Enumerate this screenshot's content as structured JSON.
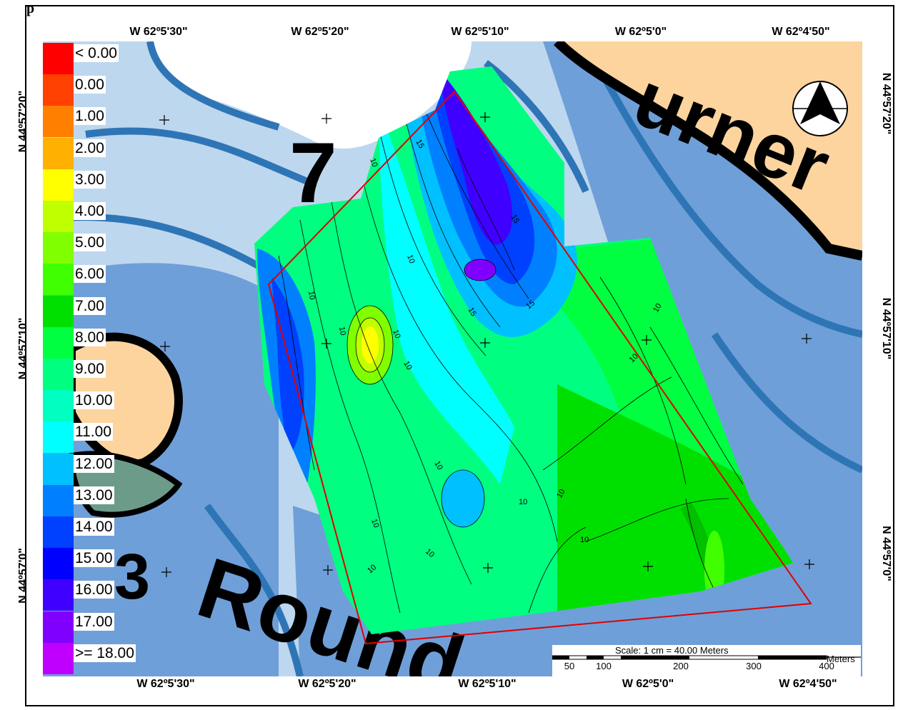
{
  "header": {
    "partial_text": "p"
  },
  "coords": {
    "top": [
      "W 62º5'30\"",
      "W 62º5'20\"",
      "W 62º5'10\"",
      "W 62º5'0\"",
      "W 62º4'50\""
    ],
    "bottom": [
      "W 62º5'30\"",
      "W 62º5'20\"",
      "W 62º5'10\"",
      "W 62º5'0\"",
      "W 62º4'50\""
    ],
    "left": [
      "N 44º57'20\"",
      "N 44º57'10\"",
      "N 44º57'0\""
    ],
    "right": [
      "N 44º57'20\"",
      "N 44º57'10\"",
      "N 44º57'0\""
    ]
  },
  "legend": [
    {
      "label": "< 0.00",
      "color": "#ff0000"
    },
    {
      "label": "0.00",
      "color": "#ff4000"
    },
    {
      "label": "1.00",
      "color": "#ff8000"
    },
    {
      "label": "2.00",
      "color": "#ffb000"
    },
    {
      "label": "3.00",
      "color": "#ffff00"
    },
    {
      "label": "4.00",
      "color": "#c0ff00"
    },
    {
      "label": "5.00",
      "color": "#80ff00"
    },
    {
      "label": "6.00",
      "color": "#40ff00"
    },
    {
      "label": "7.00",
      "color": "#00e000"
    },
    {
      "label": "8.00",
      "color": "#00ff40"
    },
    {
      "label": "9.00",
      "color": "#00ff80"
    },
    {
      "label": "10.00",
      "color": "#00ffc0"
    },
    {
      "label": "11.00",
      "color": "#00ffff"
    },
    {
      "label": "12.00",
      "color": "#00c0ff"
    },
    {
      "label": "13.00",
      "color": "#0080ff"
    },
    {
      "label": "14.00",
      "color": "#0040ff"
    },
    {
      "label": "15.00",
      "color": "#0000ff"
    },
    {
      "label": "16.00",
      "color": "#4000ff"
    },
    {
      "label": "17.00",
      "color": "#8000ff"
    },
    {
      "label": ">= 18.00",
      "color": "#c000ff"
    }
  ],
  "contour_labels": [
    "10",
    "15"
  ],
  "streets": {
    "turner": "urner",
    "round": "Round",
    "number_a": "7",
    "number_b": "3"
  },
  "scale": {
    "text": "Scale: 1 cm = 40.00 Meters",
    "ticks": [
      "50",
      "100",
      "200",
      "300",
      "400"
    ],
    "unit": "Meters"
  },
  "colors": {
    "water_light": "#bdd7ee",
    "water_mid": "#6f9fd8",
    "water_deep": "#2e75b6",
    "land": "#fdd49e",
    "vegetation": "#6d9b8a",
    "survey_boundary": "#e00000"
  },
  "icons": {
    "north_arrow": "north-arrow-icon"
  }
}
